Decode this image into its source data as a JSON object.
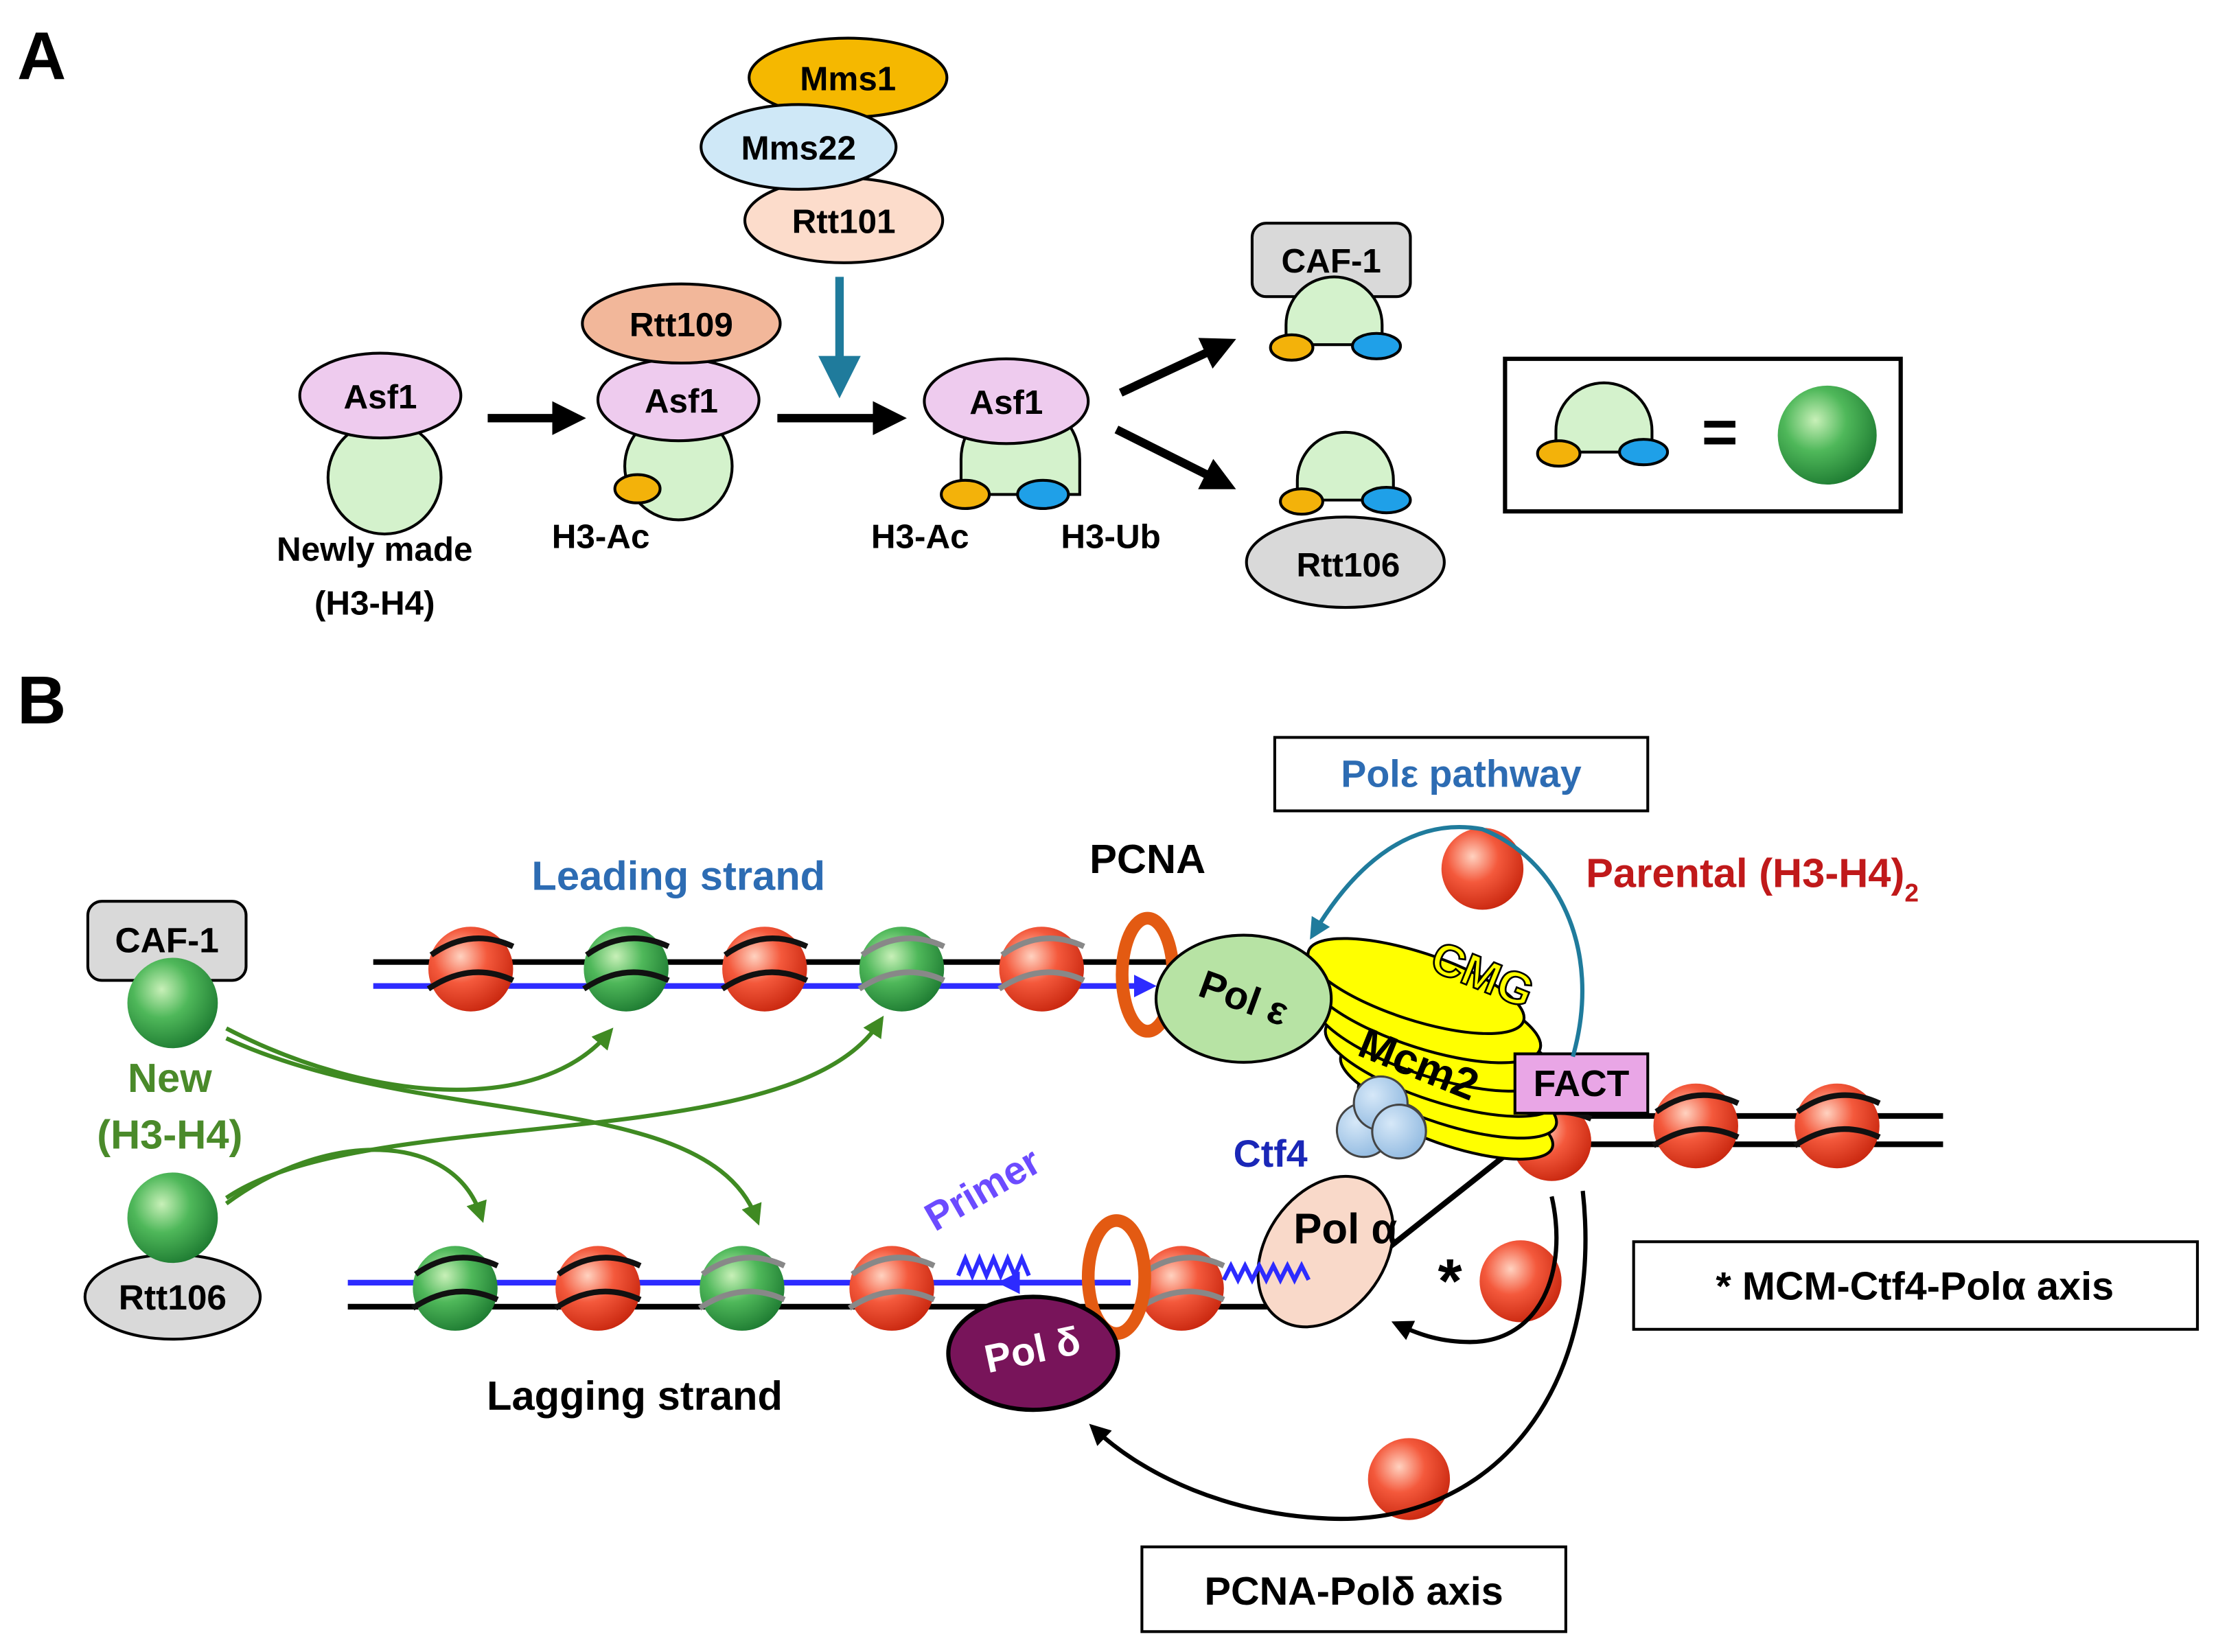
{
  "colors": {
    "histone_core": "#d4f2cc",
    "asf1": "#eecbee",
    "rtt109": "#f2b79a",
    "mms1": "#f5b800",
    "mms22": "#cfe8f7",
    "rtt101": "#fcdccb",
    "acetyl_mark": "#f3b20a",
    "ub_mark": "#1fa0e8",
    "new_histone": "#3c9d4e",
    "parental_histone": "#e8402a",
    "new_label": "#4a8a2a",
    "leading_label": "#2d6cb3",
    "parental_label": "#c0191a",
    "pcna_ring": "#e35a12",
    "pole": "#b7e3a4",
    "cmg_yellow": "#ffff00",
    "ctf4": "#9cc3e6",
    "pola": "#f9d9c9",
    "pold": "#78145a",
    "fact": "#e9a6e6",
    "chaperone_gray": "#d9d9d9",
    "dna_blue": "#2d2bff",
    "pathway_arrow": "#1f7b9c",
    "primer_label": "#6c4bff",
    "ctf4_label": "#1a27b7"
  },
  "panel_a": {
    "label": "A",
    "step1": {
      "asf1": "Asf1",
      "caption_line1": "Newly made",
      "caption_line2": "(H3-H4)"
    },
    "step2": {
      "rtt109": "Rtt109",
      "asf1": "Asf1",
      "caption": "H3-Ac"
    },
    "complex": {
      "mms1": "Mms1",
      "mms22": "Mms22",
      "rtt101": "Rtt101"
    },
    "step3": {
      "asf1": "Asf1",
      "caption_ac": "H3-Ac",
      "caption_ub": "H3-Ub"
    },
    "caf1": "CAF-1",
    "rtt106": "Rtt106",
    "legend_equals": "="
  },
  "panel_b": {
    "label": "B",
    "pole_pathway": "Polε pathway",
    "pcna": "PCNA",
    "parental_main": "Parental (H3-H4)",
    "parental_sub": "2",
    "leading_strand": "Leading strand",
    "lagging_strand": "Lagging strand",
    "caf1": "CAF-1",
    "rtt106": "Rtt106",
    "new_line1": "New",
    "new_line2": "(H3-H4)",
    "cmg": "CMG",
    "mcm2": "Mcm2",
    "fact": "FACT",
    "ctf4": "Ctf4",
    "pole": "Pol ε",
    "pola": "Pol α",
    "pold": "Pol δ",
    "primer": "Primer",
    "star": "*",
    "mcm_axis": "* MCM-Ctf4-Polα axis",
    "pcna_axis": "PCNA-Polδ axis"
  }
}
